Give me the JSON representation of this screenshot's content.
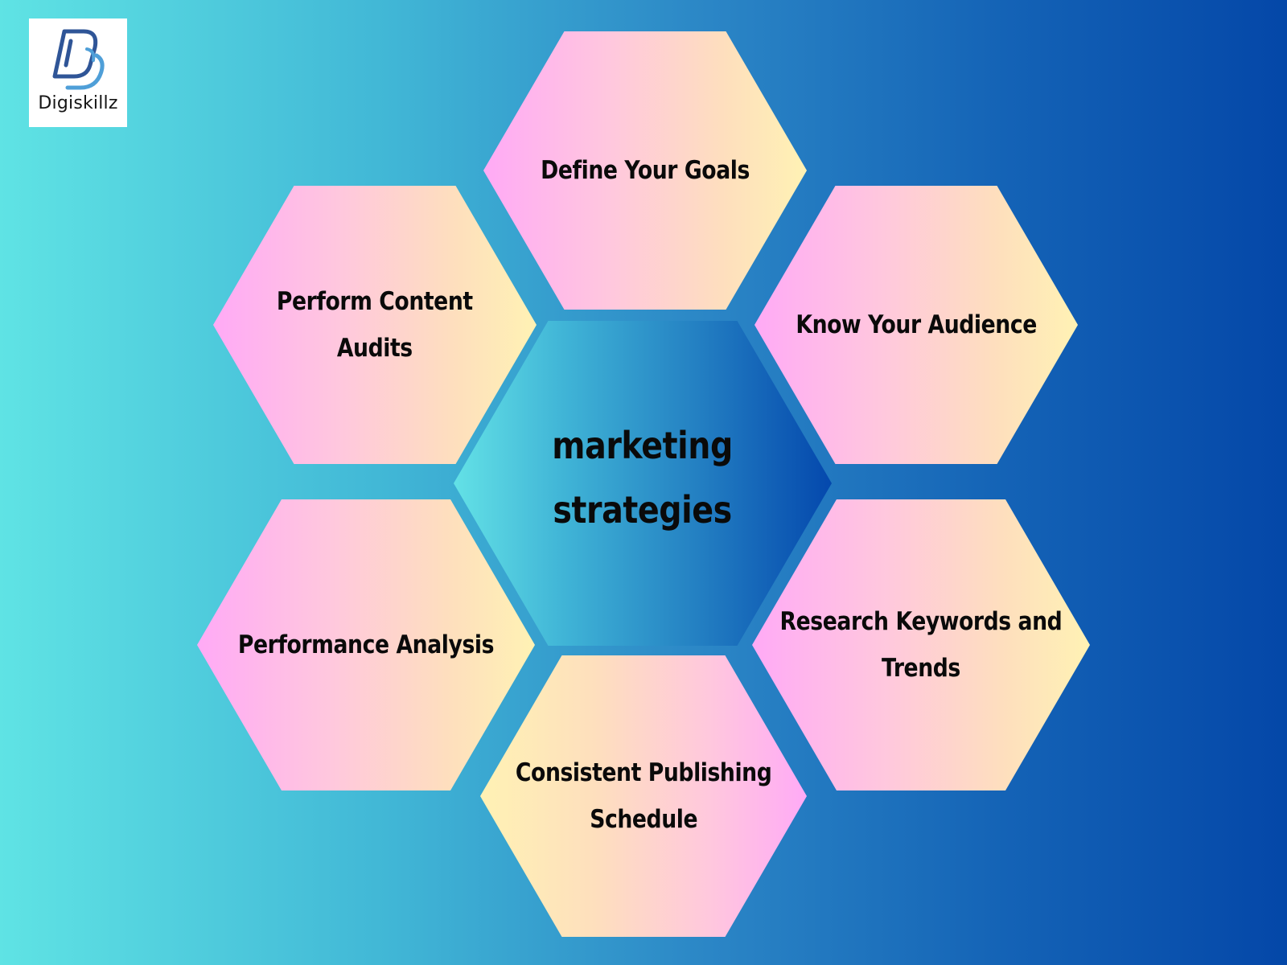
{
  "logo": {
    "name": "Digiskillz",
    "icon": "dc-monogram-icon"
  },
  "diagram": {
    "center": [
      "marketing",
      "strategies"
    ],
    "strategies": {
      "define_goals": [
        "Define Your Goals"
      ],
      "content_audits": [
        "Perform Content",
        "Audits"
      ],
      "know_audience": [
        "Know Your Audience"
      ],
      "performance_analysis": [
        "Performance Analysis"
      ],
      "research_keywords": [
        "Research Keywords and",
        "Trends"
      ],
      "publishing_schedule": [
        "Consistent Publishing",
        "Schedule"
      ]
    }
  },
  "colors": {
    "background_start": "#5fe3e4",
    "background_end": "#0447a8",
    "hex_pink": "#ffaaf6",
    "hex_yellow": "#fff2b4",
    "text": "#0a0a0a",
    "logo_blue": "#2f5597"
  }
}
